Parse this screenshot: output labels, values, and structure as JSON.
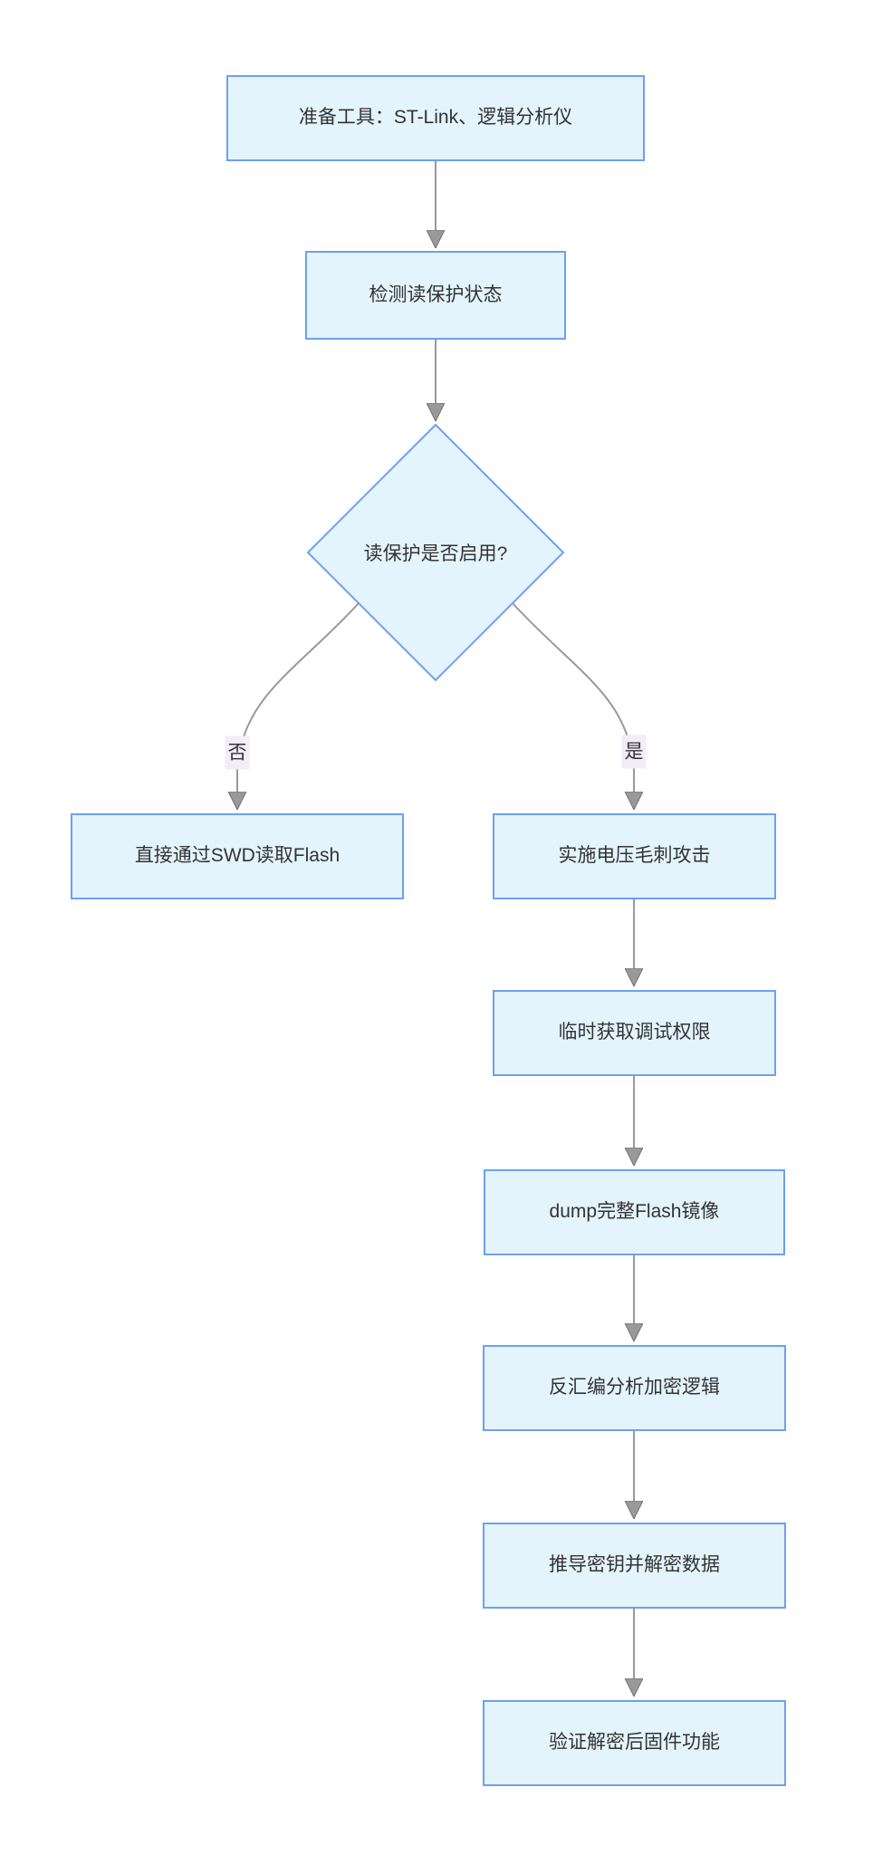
{
  "diagram": {
    "type": "flowchart",
    "direction": "top-down",
    "nodes": [
      {
        "id": "A",
        "shape": "rect",
        "label": "准备工具：ST-Link、逻辑分析仪"
      },
      {
        "id": "B",
        "shape": "rect",
        "label": "检测读保护状态"
      },
      {
        "id": "C",
        "shape": "diamond",
        "label": "读保护是否启用?"
      },
      {
        "id": "D",
        "shape": "rect",
        "label": "直接通过SWD读取Flash"
      },
      {
        "id": "E",
        "shape": "rect",
        "label": "实施电压毛刺攻击"
      },
      {
        "id": "F",
        "shape": "rect",
        "label": "临时获取调试权限"
      },
      {
        "id": "G",
        "shape": "rect",
        "label": "dump完整Flash镜像"
      },
      {
        "id": "H",
        "shape": "rect",
        "label": "反汇编分析加密逻辑"
      },
      {
        "id": "I",
        "shape": "rect",
        "label": "推导密钥并解密数据"
      },
      {
        "id": "J",
        "shape": "rect",
        "label": "验证解密后固件功能"
      }
    ],
    "edges": [
      {
        "from": "A",
        "to": "B",
        "label": ""
      },
      {
        "from": "B",
        "to": "C",
        "label": ""
      },
      {
        "from": "C",
        "to": "D",
        "label": "否"
      },
      {
        "from": "C",
        "to": "E",
        "label": "是"
      },
      {
        "from": "E",
        "to": "F",
        "label": ""
      },
      {
        "from": "F",
        "to": "G",
        "label": ""
      },
      {
        "from": "G",
        "to": "H",
        "label": ""
      },
      {
        "from": "H",
        "to": "I",
        "label": ""
      },
      {
        "from": "I",
        "to": "J",
        "label": ""
      }
    ],
    "colors": {
      "node_fill": "#e3f4fd",
      "node_border": "#6f9ff0",
      "edge": "#999999",
      "label_bg": "#f2edf9",
      "text": "#333333"
    }
  }
}
